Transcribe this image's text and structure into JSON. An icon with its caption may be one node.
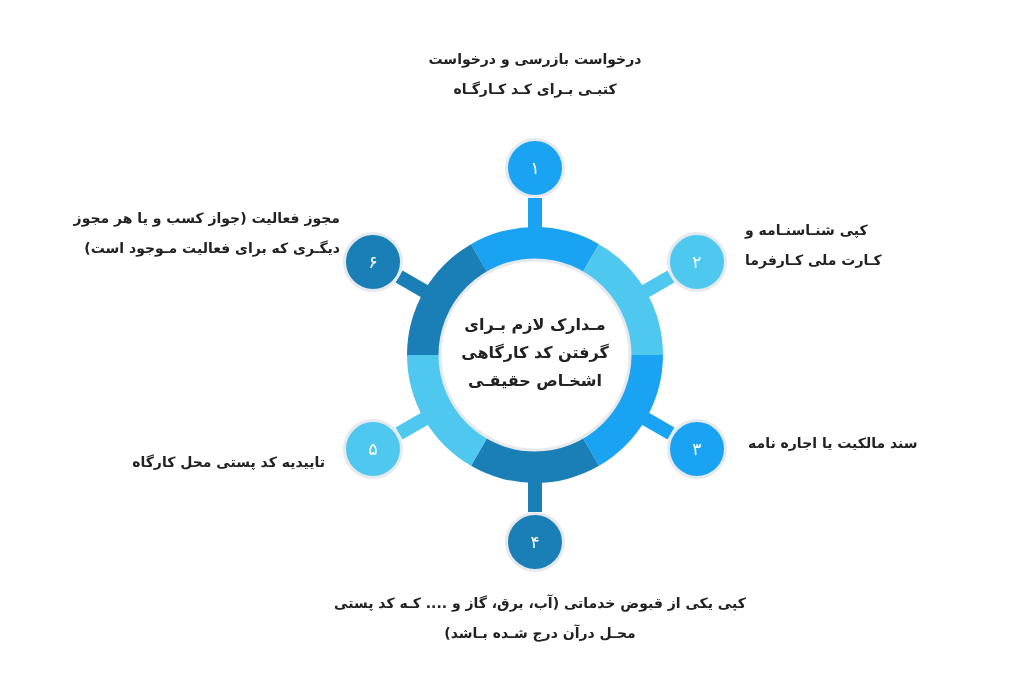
{
  "diagram": {
    "nodes": [
      {
        "text": [
          "مـدارک لازم بـرای گرفتن کد کارگاهی اشخـاص حقیقـی"
        ]
      },
      {
        "text": [
          "۱"
        ],
        "beside": [
          "درخواست بازرسی و درخواست کتبـی بـرای کـد کـارگـاه"
        ]
      },
      {
        "text": [
          "۲"
        ],
        "beside": [
          "کپی شنـاسنـامه و کـارت ملی کـارفرما"
        ]
      },
      {
        "text": [
          "۳"
        ],
        "beside": [
          "سند مالکیت یا اجاره نامه"
        ]
      },
      {
        "text": [
          "۴"
        ],
        "beside": [
          "کپی یکی از قبوض خدماتی (آب، برق، گاز و .... کـه کد پستی محـل درآن درج شـده بـاشد)"
        ]
      },
      {
        "text": [
          "۵"
        ],
        "beside": [
          "تاییدیه کد پستی محل کارگاه"
        ]
      },
      {
        "text": [
          "۶"
        ],
        "beside": [
          "مجوز فعالیت (جواز کسب و یا هر مجوز دیگـری که برای فعالیت مـوجود است)"
        ]
      }
    ],
    "edges": [
      {
        "from": 0,
        "to": 1,
        "arrow": "none"
      },
      {
        "from": 0,
        "to": 2,
        "arrow": "none"
      },
      {
        "from": 0,
        "to": 3,
        "arrow": "none"
      },
      {
        "from": 0,
        "to": 4,
        "arrow": "none"
      },
      {
        "from": 0,
        "to": 5,
        "arrow": "none"
      },
      {
        "from": 0,
        "to": 6,
        "arrow": "none"
      }
    ]
  }
}
